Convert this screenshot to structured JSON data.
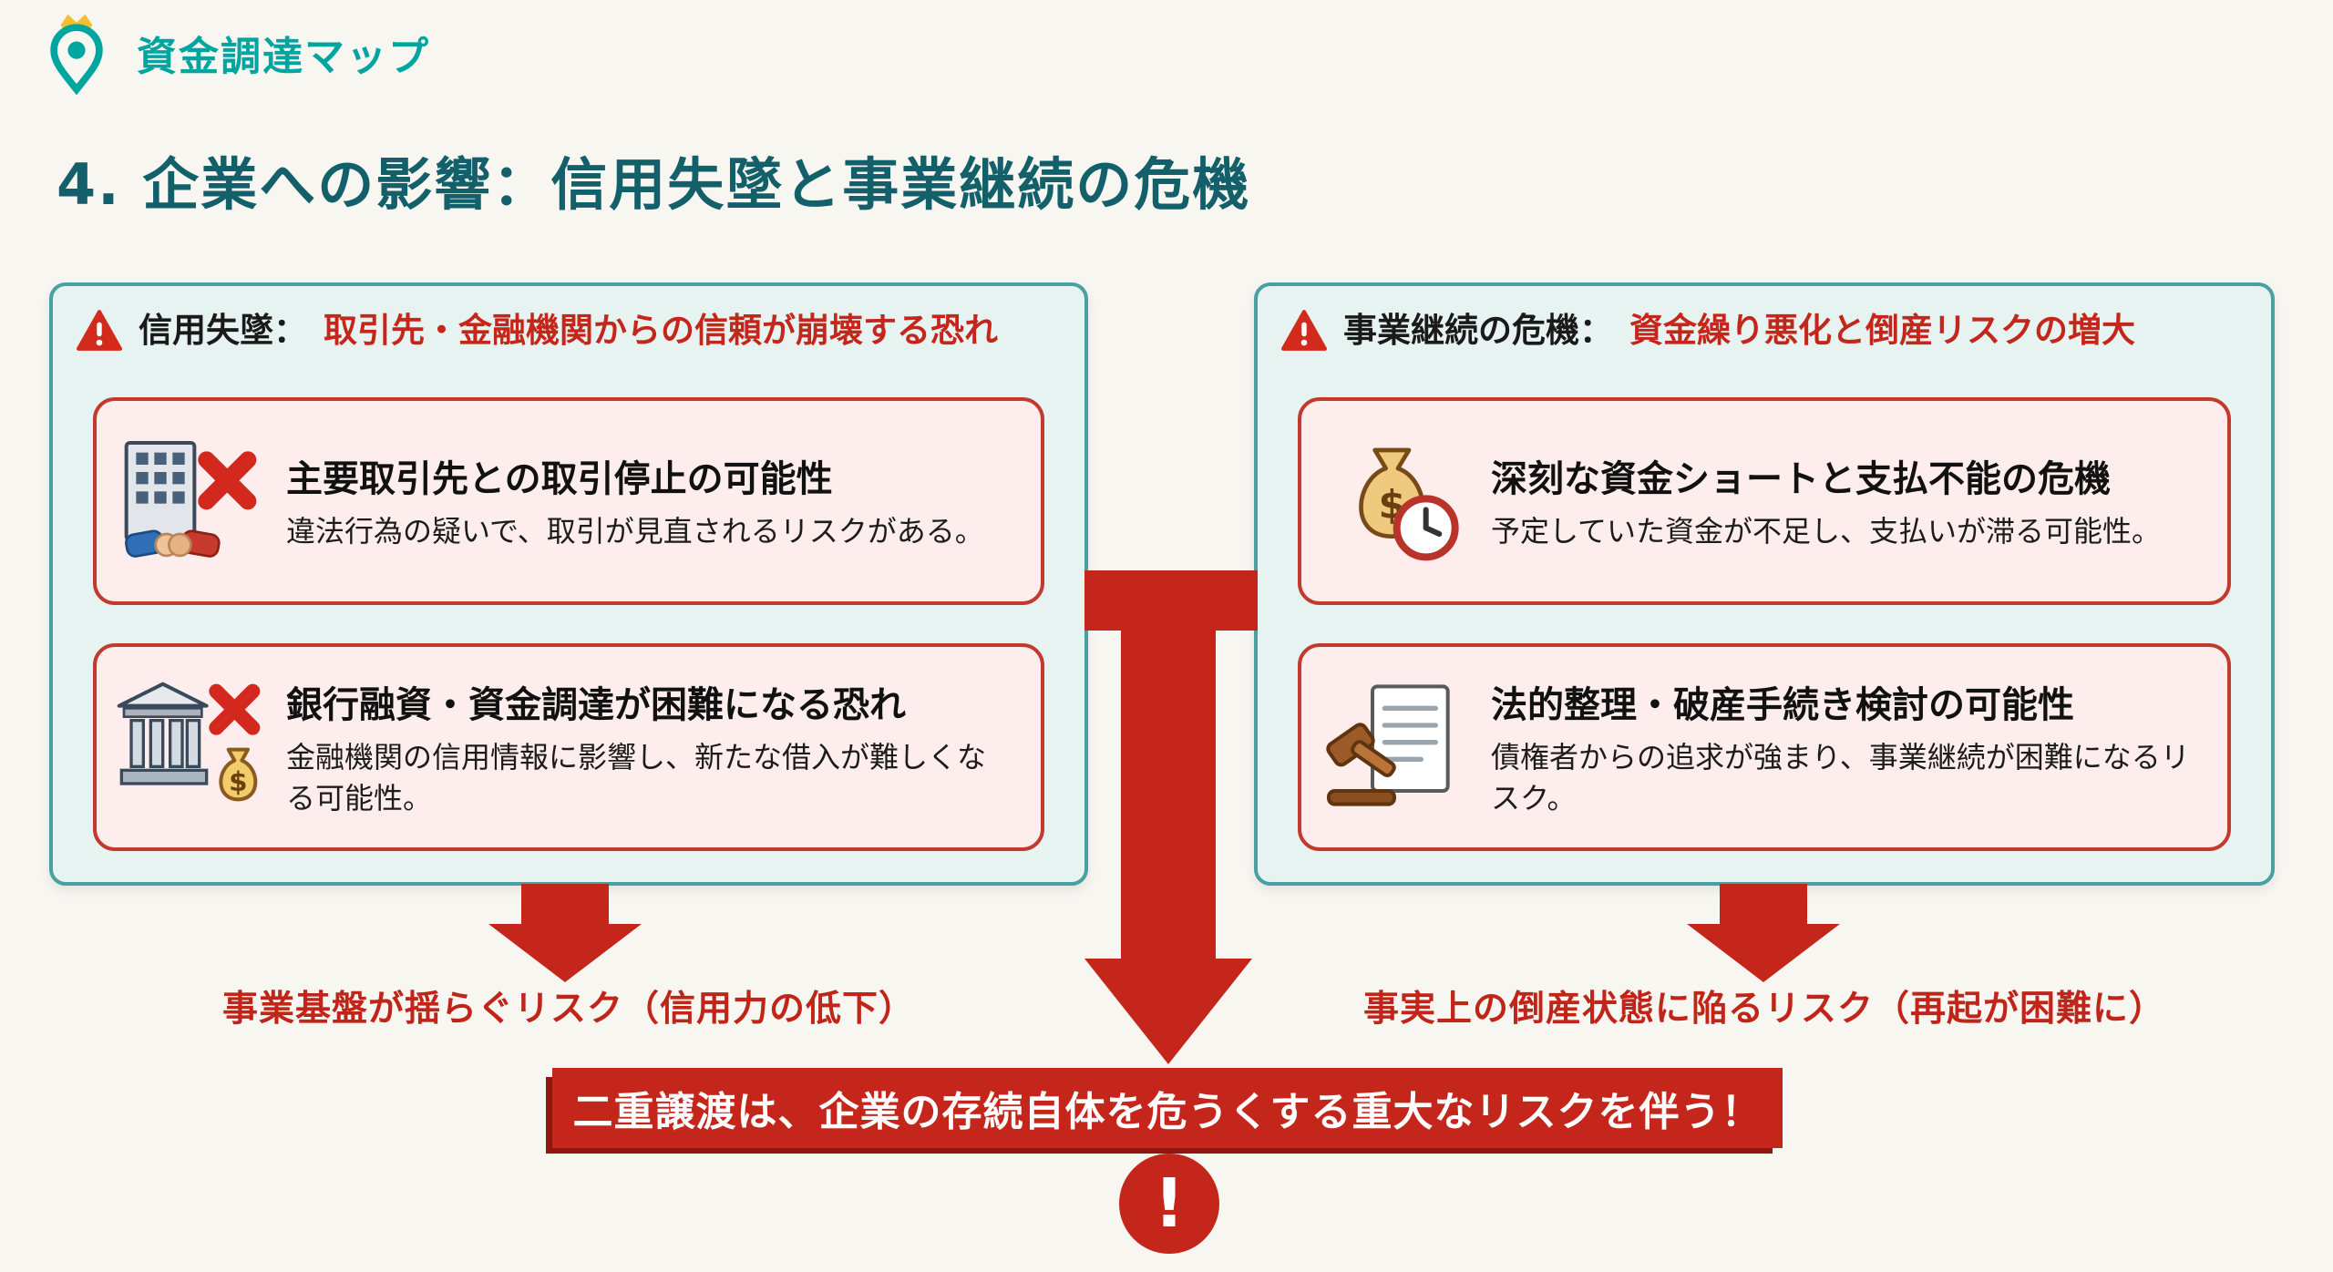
{
  "brand": {
    "name": "資金調達マップ"
  },
  "page": {
    "title": "4. 企業への影響：信用失墜と事業継続の危機"
  },
  "panels": [
    {
      "id": "credit-loss",
      "header_label": "信用失墜：",
      "header_highlight": "取引先・金融機関からの信頼が崩壊する恐れ",
      "cards": [
        {
          "icon": "building-handshake-x-icon",
          "title": "主要取引先との取引停止の可能性",
          "body": "違法行為の疑いで、取引が見直されるリスクがある。"
        },
        {
          "icon": "bank-x-moneybag-icon",
          "title": "銀行融資・資金調達が困難になる恐れ",
          "body": "金融機関の信用情報に影響し、新たな借入が難しくなる可能性。"
        }
      ],
      "outcome": "事業基盤が揺らぐリスク（信用力の低下）"
    },
    {
      "id": "business-continuity-crisis",
      "header_label": "事業継続の危機：",
      "header_highlight": "資金繰り悪化と倒産リスクの増大",
      "cards": [
        {
          "icon": "moneybag-clock-icon",
          "title": "深刻な資金ショートと支払不能の危機",
          "body": "予定していた資金が不足し、支払いが滞る可能性。"
        },
        {
          "icon": "gavel-document-icon",
          "title": "法的整理・破産手続き検討の可能性",
          "body": "債権者からの追求が強まり、事業継続が困難になるリスク。"
        }
      ],
      "outcome": "事実上の倒産状態に陥るリスク（再起が困難に）"
    }
  ],
  "conclusion": {
    "banner": "二重譲渡は、企業の存続自体を危うくする重大なリスクを伴う！",
    "exclamation": "!"
  },
  "colors": {
    "brand_teal": "#00a5a0",
    "heading_teal": "#14606a",
    "panel_bg": "#e7f3f0",
    "panel_border": "#49a0a0",
    "card_bg": "#fdeded",
    "card_border": "#c23a2e",
    "accent_red": "#c5261b",
    "banner_text": "#ffffff"
  }
}
